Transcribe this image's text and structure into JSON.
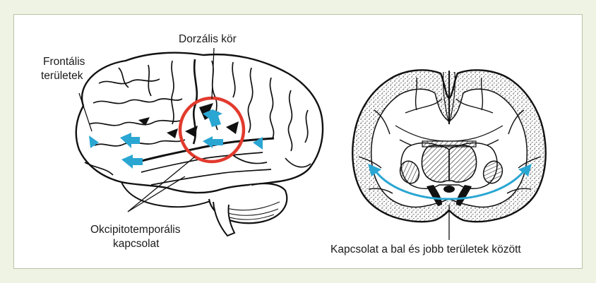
{
  "labels": {
    "frontal_line1": "Frontális",
    "frontal_line2": "területek",
    "dorsal": "Dorzális kör",
    "occipito_line1": "Okcipitotemporális",
    "occipito_line2": "kapcsolat",
    "commissure": "Kapcsolat a bal és jobb területek között"
  },
  "colors": {
    "background": "#eef3e3",
    "panel": "#ffffff",
    "arrow": "#2aa6d2",
    "circle": "#e23b2e",
    "ink": "#1a1a1a"
  }
}
